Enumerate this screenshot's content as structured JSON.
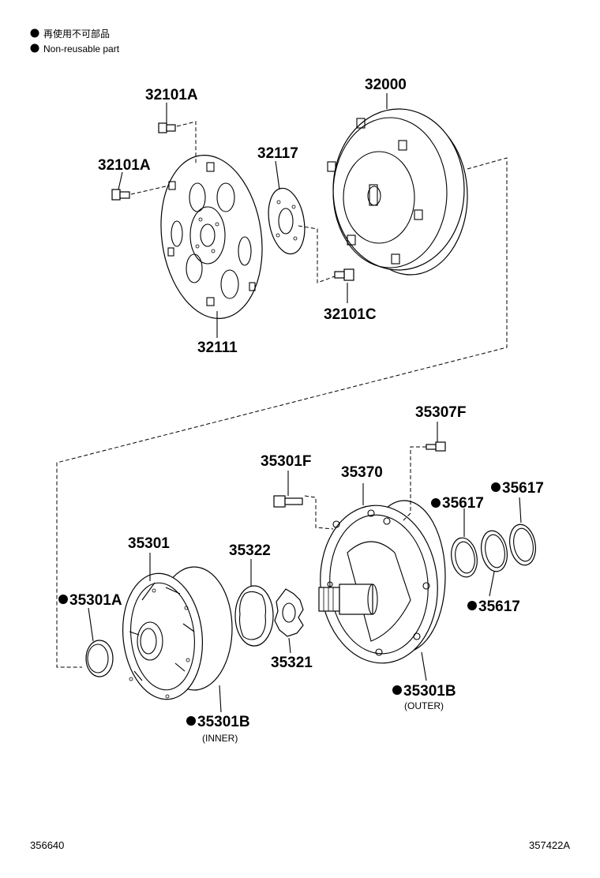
{
  "legend": {
    "jp": "再使用不可部品",
    "en": "Non-reusable part"
  },
  "top_labels": {
    "p32101A_a": "32101A",
    "p32101A_b": "32101A",
    "p32000": "32000",
    "p32117": "32117",
    "p32101C": "32101C",
    "p32111": "32111"
  },
  "bottom_labels": {
    "p35307F": "35307F",
    "p35301F": "35301F",
    "p35370": "35370",
    "p35617_a": "35617",
    "p35617_b": "35617",
    "p35617_c": "35617",
    "p35301": "35301",
    "p35322": "35322",
    "p35301A": "35301A",
    "p35321": "35321",
    "p35301B_outer": "35301B",
    "outer_note": "(OUTER)",
    "p35301B_inner": "35301B",
    "inner_note": "(INNER)"
  },
  "footer": {
    "left_code": "356640",
    "right_code": "357422A"
  }
}
